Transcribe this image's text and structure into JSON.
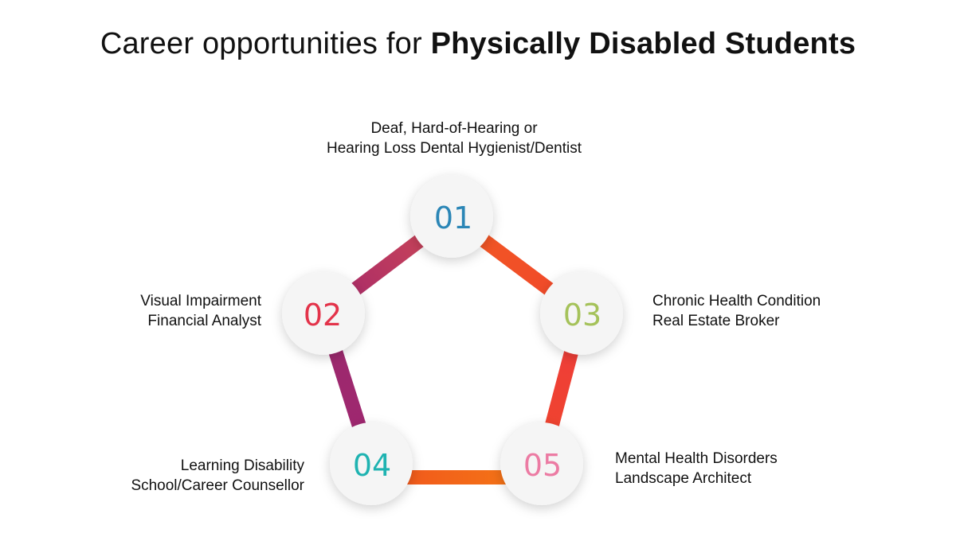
{
  "title": {
    "light": "Career opportunities for ",
    "bold": "Physically Disabled Students"
  },
  "nodes": [
    {
      "number": "01",
      "color": "#2b86b6",
      "lines": [
        "Deaf, Hard-of-Hearing or",
        "Hearing Loss Dental Hygienist/Dentist"
      ]
    },
    {
      "number": "02",
      "color": "#e3334a",
      "lines": [
        "Visual Impairment",
        "Financial Analyst"
      ]
    },
    {
      "number": "03",
      "color": "#a5c25a",
      "lines": [
        "Chronic Health Condition",
        "Real Estate Broker"
      ]
    },
    {
      "number": "04",
      "color": "#1fb3b1",
      "lines": [
        "Learning Disability",
        "School/Career Counsellor"
      ]
    },
    {
      "number": "05",
      "color": "#ec7ba3",
      "lines": [
        "Mental Health Disorders",
        "Landscape Architect"
      ]
    }
  ],
  "connector_colors": {
    "n01_n02": [
      "#d04a55",
      "#a3266b"
    ],
    "n01_n03": [
      "#f25a22",
      "#f0462c"
    ],
    "n03_n05": [
      "#ee3b3b",
      "#f0462c"
    ],
    "n02_n04": [
      "#9b2a6d",
      "#a02670"
    ],
    "n04_n05": [
      "#f0521e",
      "#f57a14"
    ]
  }
}
